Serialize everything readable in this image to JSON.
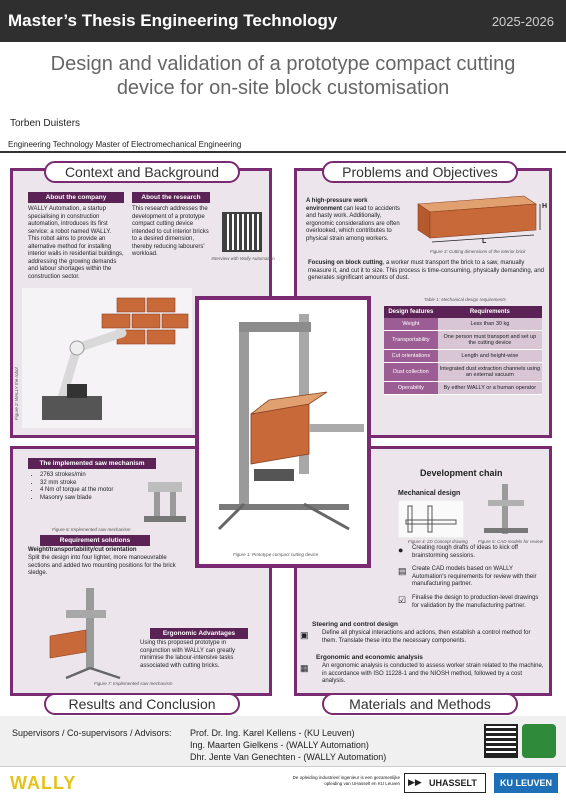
{
  "header": {
    "title": "Master’s Thesis Engineering Technology",
    "year": "2025-2026"
  },
  "poster_title": "Design and validation of a prototype compact cutting device for on-site block customisation",
  "author": "Torben Duisters",
  "program": "Engineering Technology  Master of Electromechanical Engineering",
  "sections": {
    "context": "Context and Background",
    "problems": "Problems and Objectives",
    "results": "Results and Conclusion",
    "materials": "Materials and Methods"
  },
  "company": {
    "heading": "About the company",
    "text": "WALLY Automation, a startup specialising in construction automation, introduces its first service: a robot named WALLY. This robot aims to provide an alternative method for installing interior walls in residential buildings, addressing the growing demands and labour shortages within the construction sector."
  },
  "research": {
    "heading": "About the research",
    "text": "This research addresses the development of a prototype compact cutting device intended to cut interior bricks to a desired dimension, thereby reducing labourers' workload.",
    "qr_caption": "Interview with Wally Automation"
  },
  "fig2_caption": "Figure 2: WALLY the robot",
  "problems": {
    "p1_bold": "A high-pressure work environment",
    "p1_rest": " can lead to accidents and hasty work. Additionally, ergonomic considerations are often overlooked, which contributes to physical strain among workers.",
    "fig3_caption": "Figure 3: Cutting dimensions of the interior brick",
    "dim_h": "H",
    "dim_l": "L",
    "p2_bold": "Focusing on block cutting",
    "p2_rest": ", a worker must transport the brick to a saw, manually measure it, and cut it to size. This process is time-consuming, physically demanding, and generates significant amounts of dust."
  },
  "table": {
    "caption": "Table 1: Mechanical design requirements",
    "col1": "Design features",
    "col2": "Requirements",
    "rows": [
      {
        "k": "Weight",
        "v": "Less than 30 kg"
      },
      {
        "k": "Transportability",
        "v": "One person must transport and set up the cutting device"
      },
      {
        "k": "Cut orientations",
        "v": "Length and height-wise"
      },
      {
        "k": "Dust collection",
        "v": "Integrated dust extraction channels using an external vacuum"
      },
      {
        "k": "Operability",
        "v": "By either WALLY or a human operator"
      }
    ]
  },
  "fig1_caption": "Figure 1: Prototype compact cutting device",
  "saw": {
    "heading": "The implemented saw mechanism",
    "bullets": [
      "2763 strokes/min",
      "32 mm stroke",
      "4 Nm of torque at the motor",
      "Masonry saw blade"
    ],
    "fig6_caption": "Figure 6: Implemented saw mechanism"
  },
  "req_solutions": {
    "heading": "Requirement solutions",
    "subheading": "Weight/transportability/cut orientation",
    "text": "Split the design into four lighter, more manoeuvrable sections and added two mounting positions for the brick sledge."
  },
  "ergo": {
    "heading": "Ergonomic Advantages",
    "text": "Using this proposed prototype in conjunction with WALLY can greatly minimise the labour-intensive tasks associated with cutting bricks.",
    "fig7_caption": "Figure 7: Implemented saw mechanism"
  },
  "dev": {
    "heading": "Development chain",
    "mech": "Mechanical design",
    "fig4_caption": "Figure 4: 2D Concept drawing",
    "fig5_caption": "Figure 5: CAD models for review",
    "steps": [
      "Creating rough drafts of ideas to kick off brainstorming sessions.",
      "Create CAD models based on WALLY Automation's requirements for review with their manufacturing partner.",
      "Finalise the design to production-level drawings for validation by the manufacturing partner."
    ],
    "steer_heading": "Steering and control design",
    "steer_text": "Define all physical interactions and actions, then establish a control method for them. Translate these into the necessary components.",
    "ergo_heading": "Ergonomic and economic analysis",
    "ergo_text": "An ergonomic analysis is conducted to assess worker strain related to the machine, in accordance with ISO 11228-1 and the NIOSH method, followed by a cost analysis."
  },
  "supervisors": {
    "label": "Supervisors / Co-supervisors / Advisors:",
    "names": [
      "Prof. Dr. Ing. Karel Kellens - (KU Leuven)",
      "Ing. Maarten Gielkens - (WALLY Automation)",
      "Dhr. Jente Van Genechten - (WALLY Automation)"
    ]
  },
  "footer": {
    "wally": "WALLY",
    "note": "De opleiding industrieel ingenieur is een gezamenlijke opleiding van UHasselt en KU Leuven",
    "uhasselt": "UHASSELT",
    "kuleuven": "KU LEUVEN"
  },
  "colors": {
    "accent": "#7a2a70",
    "dark": "#5b2355",
    "panel": "#ece6ec",
    "brick": "#c8693a"
  }
}
